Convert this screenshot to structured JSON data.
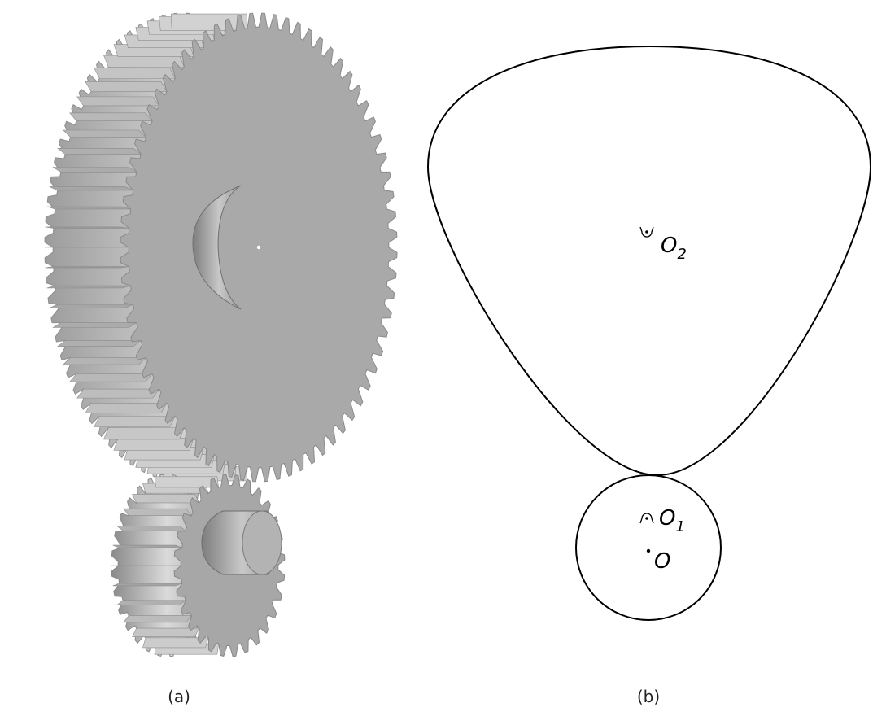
{
  "panel_a": {
    "caption": "(a)"
  },
  "panel_b": {
    "caption": "(b)",
    "labels": {
      "o2_base": "O",
      "o2_sub": "2",
      "o1_base": "O",
      "o1_sub": "1",
      "o": "O"
    }
  }
}
